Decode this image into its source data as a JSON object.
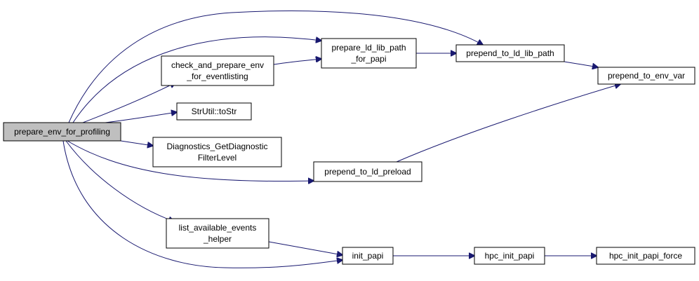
{
  "nodes": {
    "prepare_env_for_profiling": {
      "lines": [
        "prepare_env_for_profiling"
      ]
    },
    "check_and_prepare_env": {
      "lines": [
        "check_and_prepare_env",
        "_for_eventlisting"
      ]
    },
    "prepare_ld_lib_path_for_papi": {
      "lines": [
        "prepare_ld_lib_path",
        "_for_papi"
      ]
    },
    "prepend_to_ld_lib_path": {
      "lines": [
        "prepend_to_ld_lib_path"
      ]
    },
    "prepend_to_env_var": {
      "lines": [
        "prepend_to_env_var"
      ]
    },
    "strutil_tostr": {
      "lines": [
        "StrUtil::toStr"
      ]
    },
    "diagnostics_get": {
      "lines": [
        "Diagnostics_GetDiagnostic",
        "FilterLevel"
      ]
    },
    "prepend_to_ld_preload": {
      "lines": [
        "prepend_to_ld_preload"
      ]
    },
    "list_available_events": {
      "lines": [
        "list_available_events",
        "_helper"
      ]
    },
    "init_papi": {
      "lines": [
        "init_papi"
      ]
    },
    "hpc_init_papi": {
      "lines": [
        "hpc_init_papi"
      ]
    },
    "hpc_init_papi_force": {
      "lines": [
        "hpc_init_papi_force"
      ]
    }
  },
  "edges": [
    [
      "prepare_env_for_profiling",
      "prepend_to_ld_lib_path"
    ],
    [
      "prepare_env_for_profiling",
      "prepare_ld_lib_path_for_papi"
    ],
    [
      "prepare_env_for_profiling",
      "check_and_prepare_env"
    ],
    [
      "prepare_env_for_profiling",
      "strutil_tostr"
    ],
    [
      "prepare_env_for_profiling",
      "diagnostics_get"
    ],
    [
      "prepare_env_for_profiling",
      "prepend_to_ld_preload"
    ],
    [
      "prepare_env_for_profiling",
      "list_available_events"
    ],
    [
      "prepare_env_for_profiling",
      "init_papi"
    ],
    [
      "check_and_prepare_env",
      "prepare_ld_lib_path_for_papi"
    ],
    [
      "prepare_ld_lib_path_for_papi",
      "prepend_to_ld_lib_path"
    ],
    [
      "prepend_to_ld_lib_path",
      "prepend_to_env_var"
    ],
    [
      "prepend_to_ld_preload",
      "prepend_to_env_var"
    ],
    [
      "list_available_events",
      "init_papi"
    ],
    [
      "init_papi",
      "hpc_init_papi"
    ],
    [
      "hpc_init_papi",
      "hpc_init_papi_force"
    ]
  ],
  "colors": {
    "edge": "#191970",
    "root_fill": "#bfbfbf",
    "node_fill": "#ffffff",
    "node_border": "#000000"
  }
}
